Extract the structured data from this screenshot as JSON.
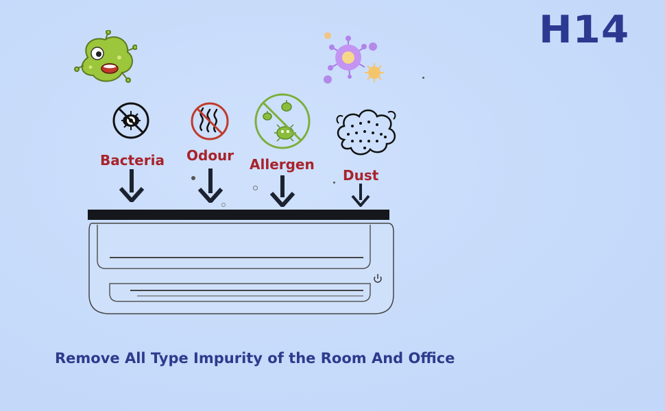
{
  "brand": {
    "text": "H14",
    "color": "#2b3990"
  },
  "impurities": [
    {
      "label": "Bacteria",
      "icon": "no-bacteria-icon"
    },
    {
      "label": "Odour",
      "icon": "no-odour-icon"
    },
    {
      "label": "Allergen",
      "icon": "no-allergen-icon"
    },
    {
      "label": "Dust",
      "icon": "dust-cloud-icon"
    }
  ],
  "decorations": {
    "germ": "germ-cartoon-icon",
    "virus": "virus-particle-icon"
  },
  "tagline": "Remove All Type Impurity of the Room And Office",
  "colors": {
    "background": "#c9ddfb",
    "label": "#a8232b",
    "tagline": "#2e3a8c",
    "filter_bar": "#15171c"
  }
}
